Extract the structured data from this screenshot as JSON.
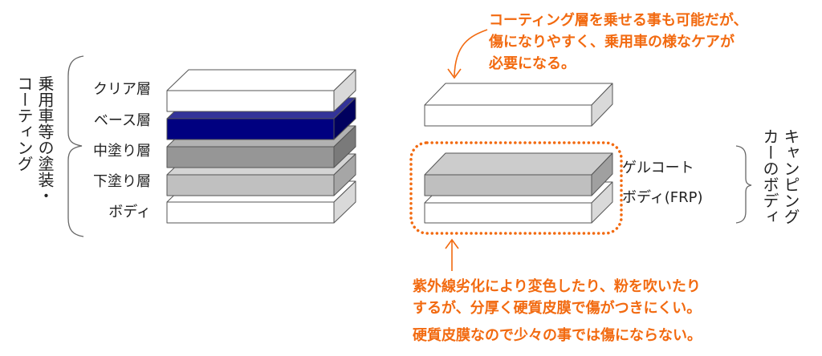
{
  "car_paint": {
    "side_label_lines": [
      "乗用車等の塗装・",
      "コーティング"
    ],
    "layers": [
      {
        "label": "クリア層",
        "face": "#ffffff",
        "top": "#ffffff",
        "side": "#d9d9d9"
      },
      {
        "label": "ベース層",
        "face": "#000080",
        "top": "#333399",
        "side": "#00005e"
      },
      {
        "label": "中塗り層",
        "face": "#969696",
        "top": "#b2b2b2",
        "side": "#7a7a7a"
      },
      {
        "label": "下塗り層",
        "face": "#c0c0c0",
        "top": "#d4d4d4",
        "side": "#a6a6a6"
      },
      {
        "label": "ボディ",
        "face": "#ffffff",
        "top": "#ffffff",
        "side": "#d9d9d9"
      }
    ]
  },
  "camper": {
    "side_label_lines": [
      "キャンピング",
      "カーのボディ"
    ],
    "coating_layer": {
      "face": "#ffffff",
      "top": "#ffffff",
      "side": "#d9d9d9"
    },
    "layers": [
      {
        "label": "ゲルコート",
        "face": "#bfbfbf",
        "top": "#cccccc",
        "side": "#a0a0a0"
      },
      {
        "label": "ボディ(FRP)",
        "face": "#ffffff",
        "top": "#ffffff",
        "side": "#d9d9d9"
      }
    ]
  },
  "notes": {
    "top": [
      "コーティング層を乗せる事も可能だが、",
      "傷になりやすく、乗用車の様なケアが",
      "必要になる。"
    ],
    "bottom": [
      "紫外線劣化により変色したり、粉を吹いたり",
      "するが、分厚く硬質皮膜で傷がつきにくい。"
    ],
    "bottom_extra": "硬質皮膜なので少々の事では傷にならない。"
  },
  "colors": {
    "accent": "#f26a10",
    "outline": "#555555",
    "brace": "#666666"
  }
}
